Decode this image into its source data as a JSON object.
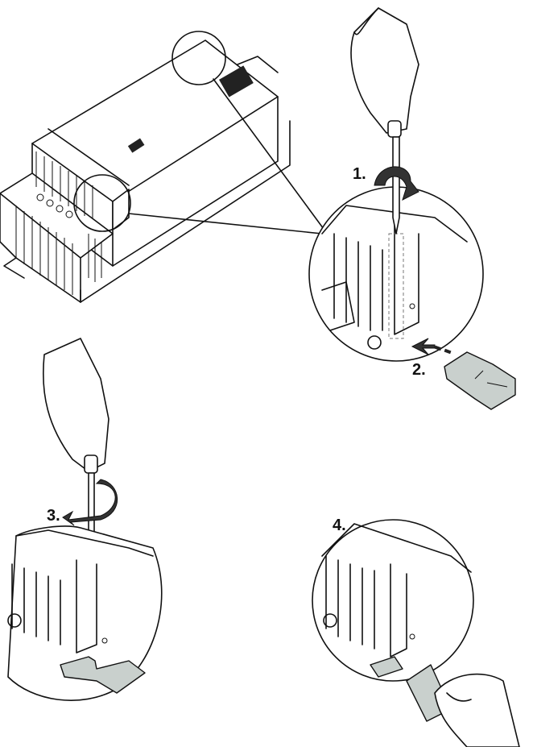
{
  "steps": [
    {
      "label": "1."
    },
    {
      "label": "2."
    },
    {
      "label": "3."
    },
    {
      "label": "4."
    }
  ],
  "colors": {
    "line": "#111111",
    "tag_fill": "#c9d0cd"
  }
}
